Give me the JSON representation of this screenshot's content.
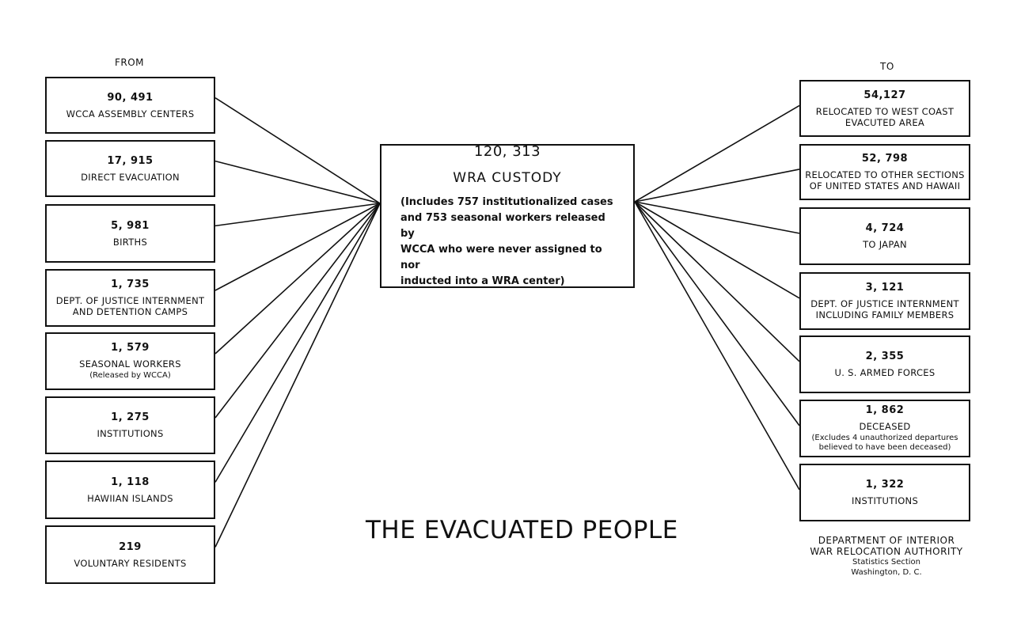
{
  "headers": {
    "from": "FROM",
    "to": "TO"
  },
  "center": {
    "number": "120, 313",
    "label": "WRA CUSTODY",
    "note": "(Includes 757 institutionalized cases\nand 753 seasonal workers released by\nWCCA who were never assigned to nor\ninducted into a WRA center)"
  },
  "sources": [
    {
      "number": "90, 491",
      "label": "WCCA ASSEMBLY CENTERS",
      "note": ""
    },
    {
      "number": "17, 915",
      "label": "DIRECT EVACUATION",
      "note": ""
    },
    {
      "number": "5, 981",
      "label": "BIRTHS",
      "note": ""
    },
    {
      "number": "1, 735",
      "label": "DEPT. OF JUSTICE INTERNMENT\nAND DETENTION CAMPS",
      "note": ""
    },
    {
      "number": "1, 579",
      "label": "SEASONAL WORKERS",
      "note": "(Released by WCCA)"
    },
    {
      "number": "1, 275",
      "label": "INSTITUTIONS",
      "note": ""
    },
    {
      "number": "1, 118",
      "label": "HAWIIAN ISLANDS",
      "note": ""
    },
    {
      "number": "219",
      "label": "VOLUNTARY RESIDENTS",
      "note": ""
    }
  ],
  "destinations": [
    {
      "number": "54,127",
      "label": "RELOCATED TO WEST COAST\nEVACUTED AREA",
      "note": ""
    },
    {
      "number": "52, 798",
      "label": "RELOCATED TO OTHER SECTIONS\nOF UNITED STATES AND HAWAII",
      "note": ""
    },
    {
      "number": "4, 724",
      "label": "TO JAPAN",
      "note": ""
    },
    {
      "number": "3, 121",
      "label": "DEPT. OF JUSTICE INTERNMENT\nINCLUDING FAMILY MEMBERS",
      "note": ""
    },
    {
      "number": "2, 355",
      "label": "U. S. ARMED FORCES",
      "note": ""
    },
    {
      "number": "1, 862",
      "label": "DECEASED",
      "note": "(Excludes 4 unauthorized departures\nbelieved to have been deceased)"
    },
    {
      "number": "1, 322",
      "label": "INSTITUTIONS",
      "note": ""
    }
  ],
  "title": "THE EVACUATED PEOPLE",
  "credit": {
    "line1": "DEPARTMENT OF INTERIOR",
    "line2": "WAR RELOCATION AUTHORITY",
    "line3": "Statistics Section",
    "line4": "Washington, D. C."
  }
}
